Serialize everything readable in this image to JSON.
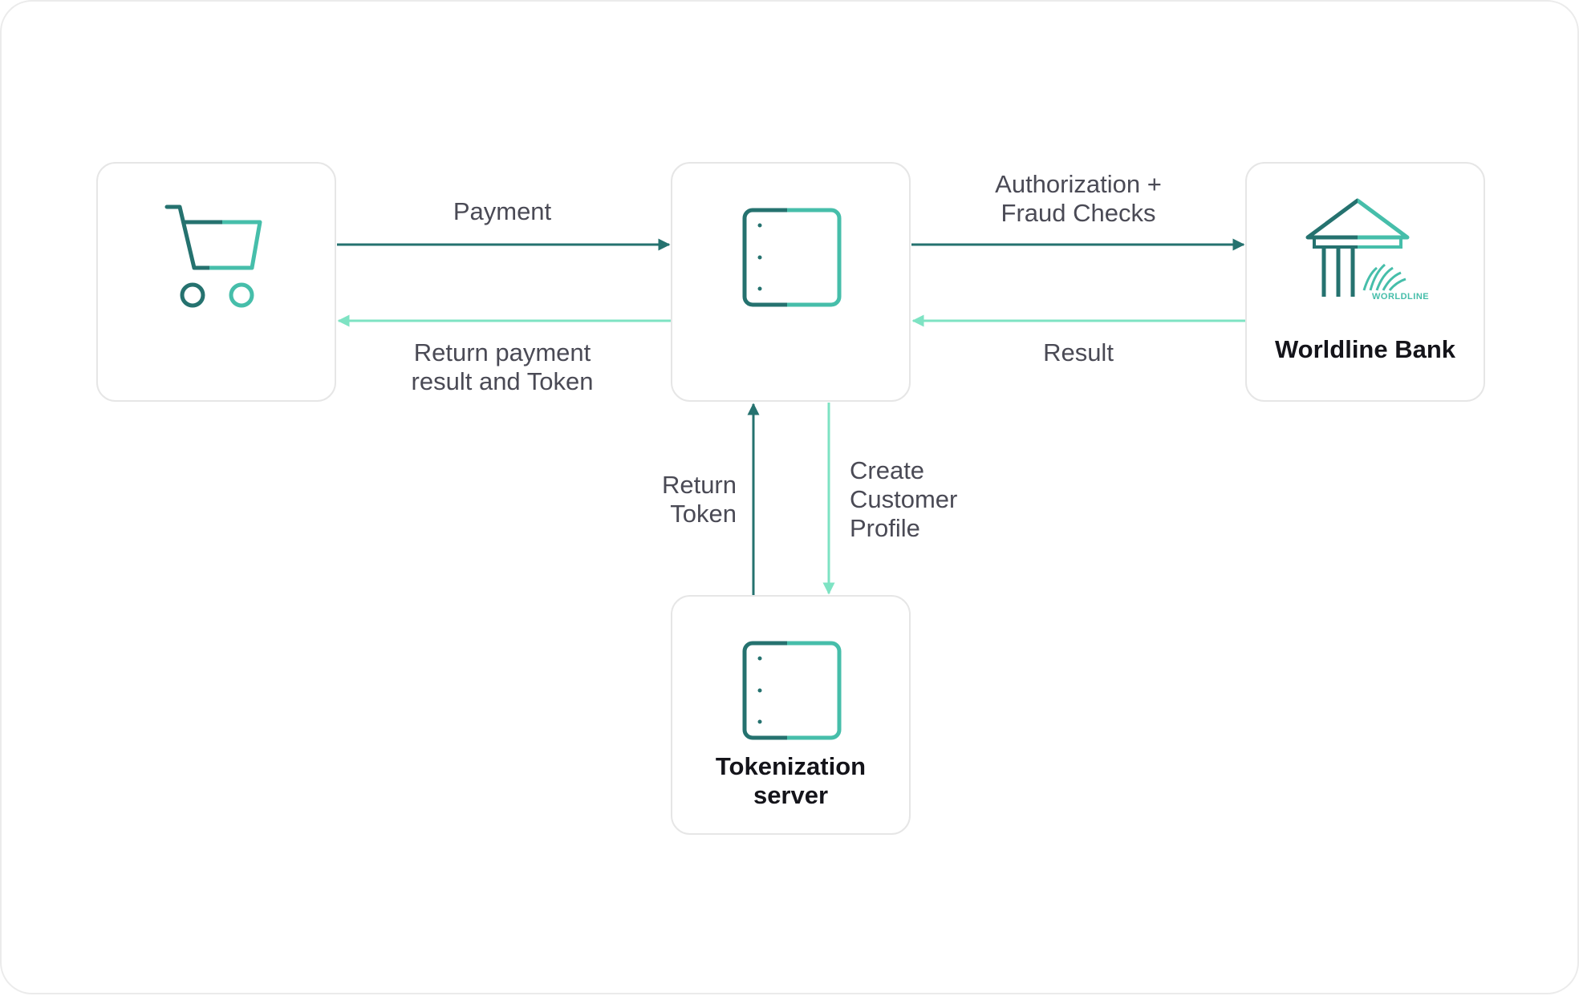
{
  "colors": {
    "dark_teal": "#25726f",
    "mint": "#7ee3c3",
    "icon_gradient_light": "#46beaa",
    "box_border": "#e6e6e6",
    "label_text": "#4a4a55",
    "title_text": "#14141a"
  },
  "nodes": {
    "shop": {
      "icon": "shopping-cart-icon"
    },
    "gateway": {
      "icon": "server-stack-icon"
    },
    "bank": {
      "icon": "bank-building-icon",
      "title": "Worldline Bank",
      "logo_text": "WORLDLINE"
    },
    "tokenization": {
      "icon": "server-stack-icon",
      "title_line1": "Tokenization",
      "title_line2": "server"
    }
  },
  "edges": {
    "payment": {
      "label": "Payment"
    },
    "return_result": {
      "label_line1": "Return payment",
      "label_line2": "result and Token"
    },
    "authorization": {
      "label_line1": "Authorization +",
      "label_line2": "Fraud Checks"
    },
    "result": {
      "label": "Result"
    },
    "return_token": {
      "label_line1": "Return",
      "label_line2": "Token"
    },
    "create_profile": {
      "label_line1": "Create",
      "label_line2": "Customer",
      "label_line3": "Profile"
    }
  }
}
